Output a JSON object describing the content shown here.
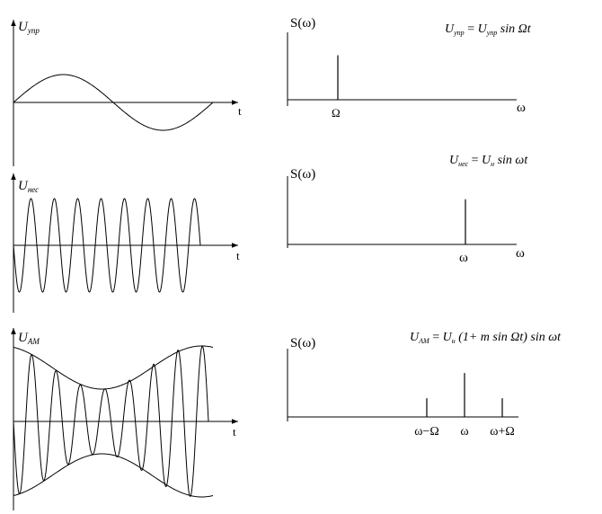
{
  "time_plots": [
    {
      "y_label_main": "U",
      "y_label_sub": "упр",
      "x_label": "t"
    },
    {
      "y_label_main": "U",
      "y_label_sub": "нес",
      "x_label": "t"
    },
    {
      "y_label_main": "U",
      "y_label_sub": "AM",
      "x_label": "t"
    }
  ],
  "spectrum_plots": [
    {
      "y_label": "S(ω)",
      "x_label": "ω",
      "line_labels": [
        "Ω"
      ],
      "line_levels": [
        0.75
      ]
    },
    {
      "y_label": "S(ω)",
      "x_label": "ω",
      "line_labels": [
        "ω"
      ],
      "line_levels": [
        0.75
      ]
    },
    {
      "y_label": "S(ω)",
      "x_label": "",
      "line_labels": [
        "ω−Ω",
        "ω",
        "ω+Ω"
      ],
      "line_levels": [
        0.4,
        0.94,
        0.4
      ]
    }
  ],
  "formulas": [
    {
      "lhs": "U",
      "lhs_sub": "упр",
      "eq": " = ",
      "rhs": "U",
      "rhs_sub": "упр",
      "tail": " sin Ωt"
    },
    {
      "lhs": "U",
      "lhs_sub": "нес",
      "eq": " = ",
      "rhs": "U",
      "rhs_sub": "н",
      "tail": " sin ωt"
    },
    {
      "lhs": "U",
      "lhs_sub": "AM",
      "eq": " = ",
      "rhs": "U",
      "rhs_sub": "н",
      "tail": " (1+ m sin  Ωt) sin  ωt"
    }
  ],
  "waveforms": {
    "modulating_cycles": 1,
    "carrier_cycles": 8,
    "am_carrier_cycles": 8,
    "am_modulation_index": 0.4
  }
}
